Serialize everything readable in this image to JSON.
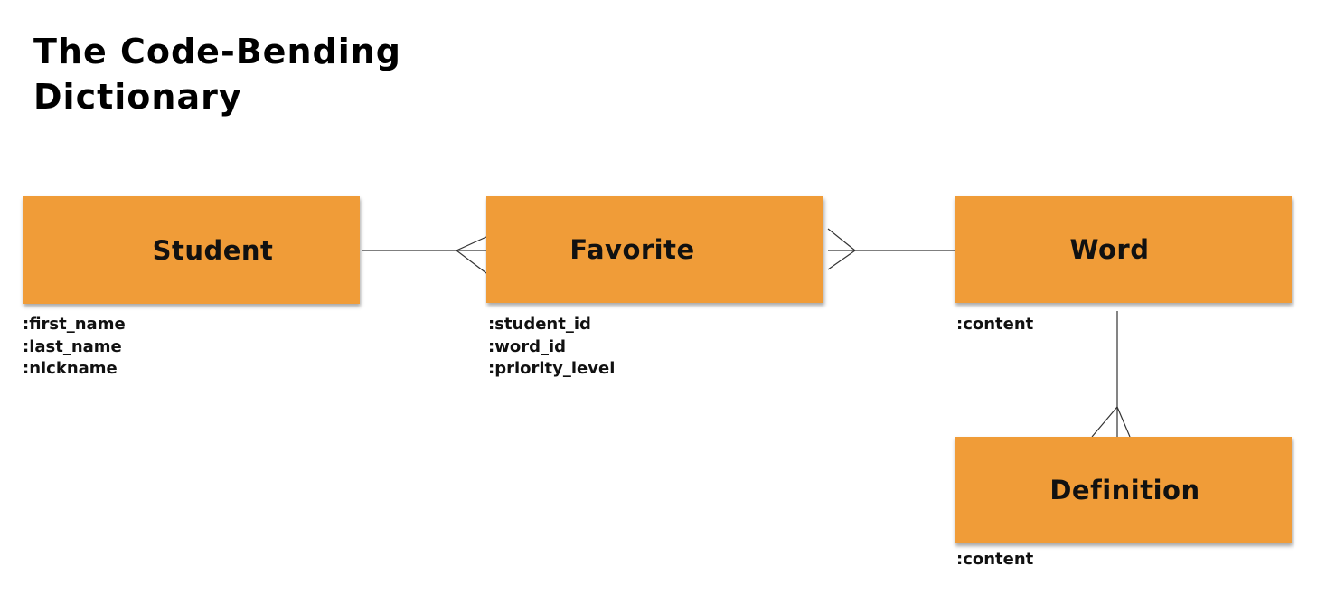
{
  "title": {
    "line1": "The Code-Bending",
    "line2": "Dictionary"
  },
  "entities": {
    "student": {
      "name": "Student",
      "attributes": [
        ":first_name",
        ":last_name",
        ":nickname"
      ]
    },
    "favorite": {
      "name": "Favorite",
      "attributes": [
        ":student_id",
        ":word_id",
        ":priority_level"
      ]
    },
    "word": {
      "name": "Word",
      "attributes": [
        ":content"
      ]
    },
    "definition": {
      "name": "Definition",
      "attributes": [
        ":content"
      ]
    }
  },
  "colors": {
    "entity_fill": "#f09c38",
    "line": "#333333"
  }
}
